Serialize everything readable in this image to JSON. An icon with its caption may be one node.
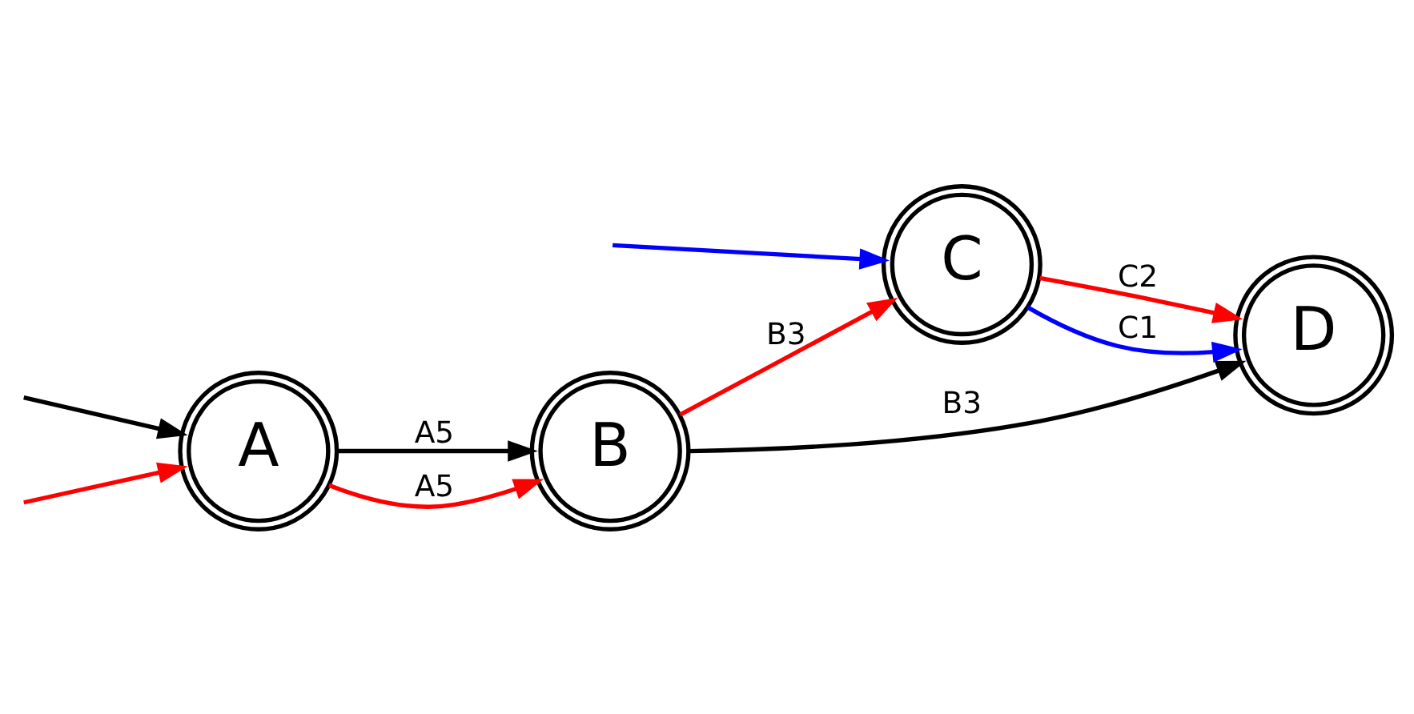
{
  "diagram": {
    "nodes": [
      {
        "text": [
          "A"
        ]
      },
      {
        "text": [
          "B"
        ]
      },
      {
        "text": [
          "C"
        ]
      },
      {
        "text": [
          "D"
        ]
      }
    ],
    "edges": [
      {
        "from": null,
        "to": 0,
        "arrow": "to",
        "color": "#000000"
      },
      {
        "from": null,
        "to": 0,
        "arrow": "to"
      },
      {
        "from": 0,
        "to": 1,
        "arrow": "to",
        "label": "A5",
        "color": "#000000"
      },
      {
        "from": 0,
        "to": 1,
        "arrow": "to",
        "label": "A5"
      },
      {
        "from": 1,
        "to": 3,
        "arrow": "to",
        "label": "B3",
        "color": "#000000"
      },
      {
        "from": 1,
        "to": 2,
        "arrow": "to",
        "label": "B3"
      },
      {
        "from": null,
        "to": 2,
        "arrow": "to",
        "color": "#0000ff"
      },
      {
        "from": 2,
        "to": 3,
        "arrow": "to",
        "label": "C2"
      },
      {
        "from": 2,
        "to": 3,
        "arrow": "to",
        "label": "C1",
        "color": "#0000ff"
      }
    ]
  }
}
